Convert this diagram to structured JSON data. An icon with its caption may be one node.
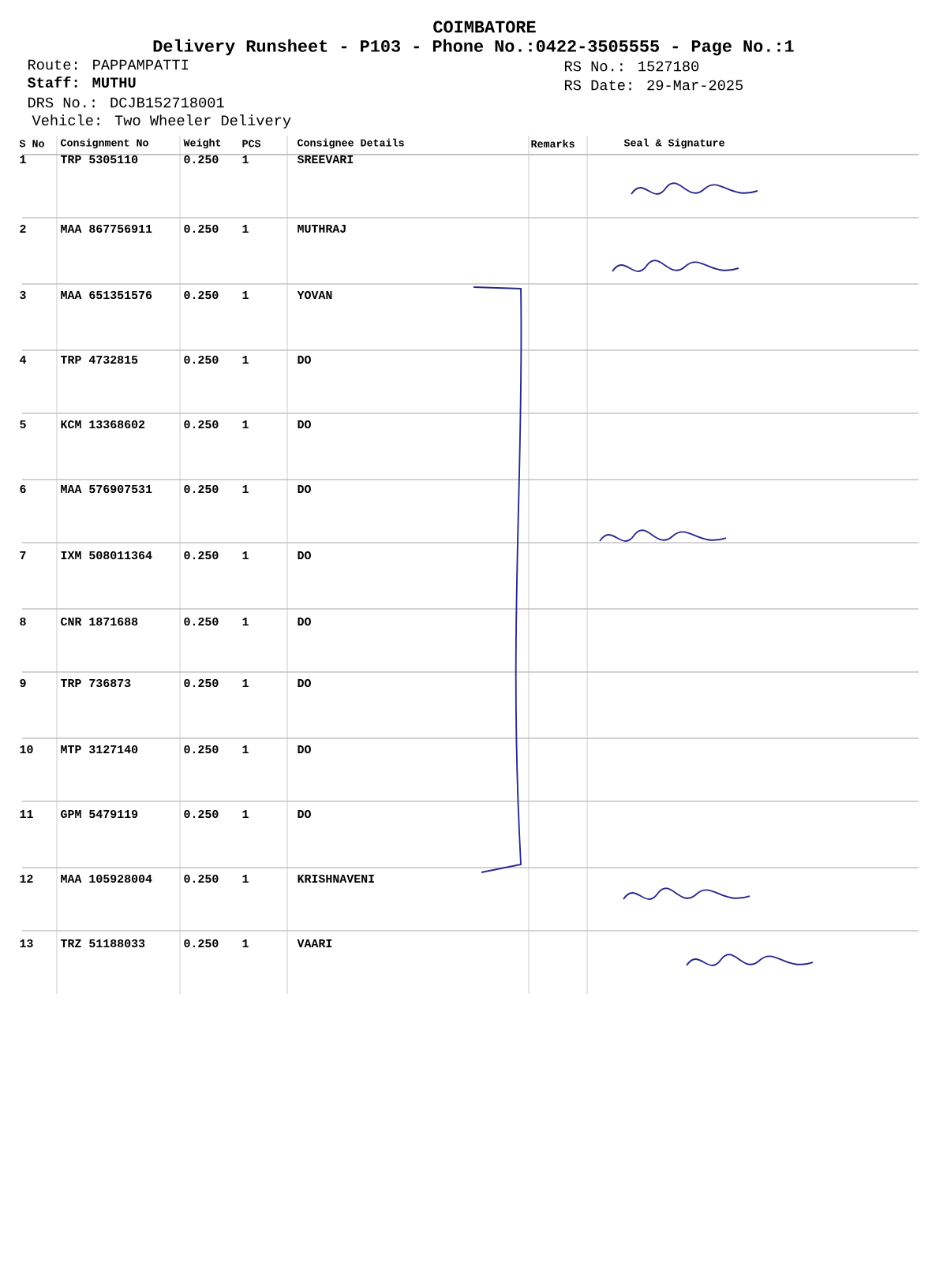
{
  "diagram": {
    "title": "Delivery Runsheet - P103 - Phone No.:0422-3505555 - Page No.:1",
    "labels": [
      "COIMBATORE",
      "Route: PAPPAMPATTI",
      "RS No.: 1527180",
      "Staff: MUTHU",
      "RS Date: 29-Mar-2025",
      "DRS No.: DCJB152718001",
      "Vehicle: Two Wheeler Delivery",
      "S No",
      "Consignment No",
      "Weight",
      "PCS",
      "Consignee Details",
      "Remarks",
      "Seal & Signature",
      "1",
      "TRP 5305110",
      "0.250",
      "1",
      "SREEVARI",
      "2",
      "MAA 867756911",
      "0.250",
      "1",
      "MUTHRAJ",
      "3",
      "MAA 651351576",
      "0.250",
      "1",
      "YOVAN",
      "4",
      "TRP 4732815",
      "0.250",
      "1",
      "DO",
      "5",
      "KCM 13368602",
      "0.250",
      "1",
      "DO",
      "6",
      "MAA 576907531",
      "0.250",
      "1",
      "DO",
      "7",
      "IXM 508011364",
      "0.250",
      "1",
      "DO",
      "8",
      "CNR 1871688",
      "0.250",
      "1",
      "DO",
      "9",
      "TRP 736873",
      "0.250",
      "1",
      "DO",
      "10",
      "MTP 3127140",
      "0.250",
      "1",
      "DO",
      "11",
      "GPM 5479119",
      "0.250",
      "1",
      "DO",
      "12",
      "MAA 105928004",
      "0.250",
      "1",
      "KRISHNAVENI",
      "13",
      "TRZ 51188033",
      "0.250",
      "1",
      "VAARI"
    ]
  }
}
